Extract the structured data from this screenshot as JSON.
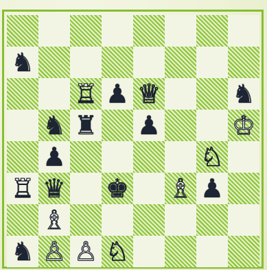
{
  "board": {
    "light_color": "#f3f5e4",
    "dark_color": "#8ec63f",
    "frame_color": "#86be32",
    "rows": [
      [
        "",
        "",
        "",
        "",
        "",
        "",
        "",
        ""
      ],
      [
        "bN",
        "",
        "",
        "",
        "",
        "",
        "",
        ""
      ],
      [
        "",
        "",
        "wR",
        "bP",
        "wQ",
        "",
        "",
        "bN"
      ],
      [
        "",
        "bN",
        "bR",
        "",
        "bP",
        "",
        "",
        "wK"
      ],
      [
        "",
        "bP",
        "",
        "",
        "",
        "",
        "wN",
        ""
      ],
      [
        "wR",
        "bQ",
        "",
        "bK",
        "",
        "wB",
        "bP",
        ""
      ],
      [
        "",
        "wB",
        "",
        "",
        "",
        "",
        "",
        ""
      ],
      [
        "bN",
        "wP",
        "wP",
        "wN",
        "",
        "",
        "",
        ""
      ]
    ]
  },
  "glyphs": {
    "wK": "♔",
    "wQ": "♕",
    "wR": "♖",
    "wB": "♗",
    "wN": "♘",
    "wP": "♙",
    "bK": "♚",
    "bQ": "♛",
    "bR": "♜",
    "bB": "♝",
    "bN": "♞",
    "bP": "♟"
  },
  "names": {
    "K": "king",
    "Q": "queen",
    "R": "rook",
    "B": "bishop",
    "N": "knight",
    "P": "pawn",
    "w": "white",
    "b": "black"
  }
}
